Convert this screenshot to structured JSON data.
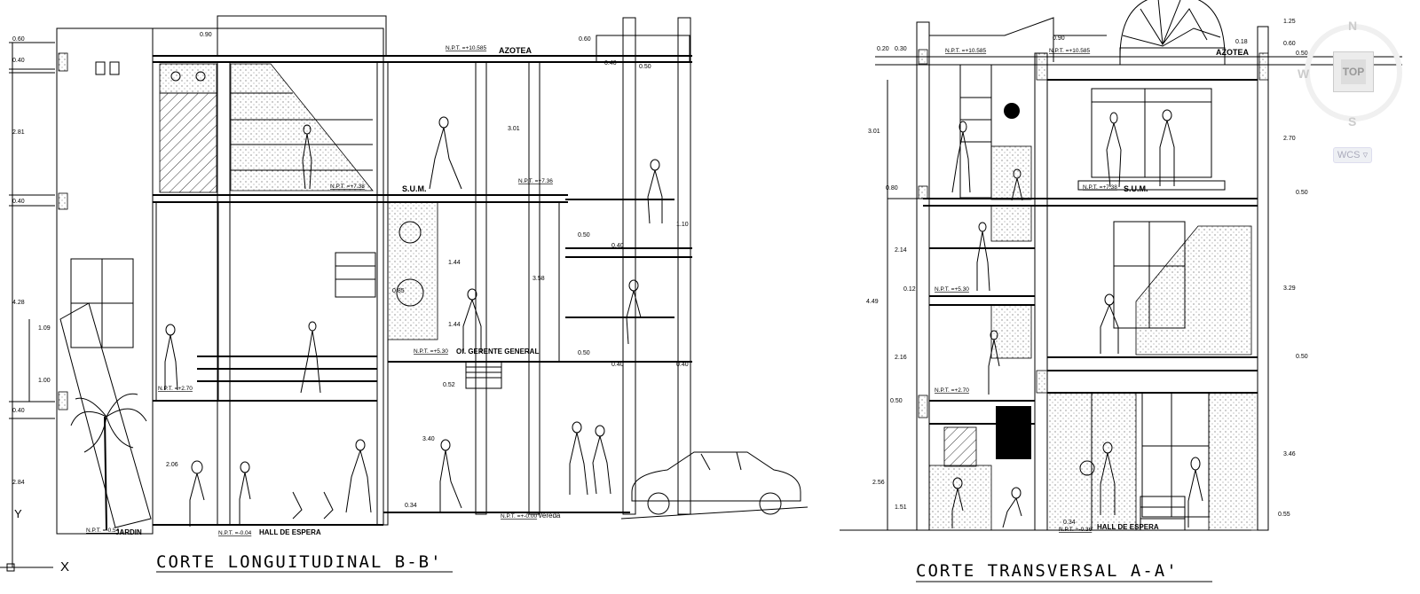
{
  "section_bb": {
    "title": "CORTE LONGUITUDINAL B-B'",
    "rooms": {
      "roof": "AZOTEA",
      "sum": "S.U.M.",
      "office": "Of. GERENTE GENERAL",
      "garden": "JARDIN",
      "hall": "HALL DE ESPERA",
      "sidewalk": "Vereda"
    },
    "levels": {
      "roof": "N.P.T. =+10.585",
      "sum_a": "N.P.T. =+7.38",
      "sum_b": "N.P.T. =+7.36",
      "office": "N.P.T. =+5.30",
      "first": "N.P.T. =+2.70",
      "hall": "N.P.T. =-0.04",
      "garden": "N.P.T. =-0.54",
      "street": "N.P.T. =+-0.00"
    },
    "dims": {
      "d1": "0.60",
      "d2": "0.40",
      "d3": "2.81",
      "d4": "0.40",
      "d5": "4.28",
      "d6": "1.09",
      "d7": "1.00",
      "d8": "0.40",
      "d9": "2.84",
      "d10": "0.90",
      "d11": "0.60",
      "d12": "0.40",
      "d13": "0.50",
      "d14": "3.01",
      "d15": "1.44",
      "d16": "3.58",
      "d17": "1.44",
      "d18": "0.50",
      "d19": "0.40",
      "d20": "1.10",
      "d21": "0.52",
      "d22": "3.40",
      "d23": "0.34",
      "d24": "2.06",
      "d25": "0.50",
      "d26": "0.40",
      "d27": "0.85"
    }
  },
  "section_aa": {
    "title": "CORTE TRANSVERSAL A-A'",
    "rooms": {
      "roof": "AZOTEA",
      "sum": "S.U.M.",
      "hall": "HALL DE ESPERA"
    },
    "levels": {
      "roof_a": "N.P.T. =+10.585",
      "roof_b": "N.P.T. =+10.585",
      "sum": "N.P.T. =+7.38",
      "mid": "N.P.T. =+5.30",
      "first": "N.P.T. =+2.70",
      "hall": "N.P.T. =-0.36"
    },
    "dims": {
      "d1": "0.20",
      "d2": "0.30",
      "d3": "3.01",
      "d4": "0.80",
      "d5": "2.14",
      "d6": "0.12",
      "d7": "4.49",
      "d8": "2.16",
      "d9": "0.50",
      "d10": "2.56",
      "d11": "1.51",
      "d12": "1.25",
      "d13": "0.60",
      "d14": "0.50",
      "d15": "2.70",
      "d16": "0.50",
      "d17": "3.29",
      "d18": "0.50",
      "d19": "3.46",
      "d20": "0.55",
      "d21": "0.34",
      "d22": "0.90",
      "d23": "0.18"
    }
  },
  "viewcube": {
    "north": "N",
    "south": "S",
    "west": "W",
    "face": "TOP",
    "coord_system": "WCS"
  },
  "ucs_icon": {
    "x_axis": "X",
    "y_axis": "Y"
  }
}
